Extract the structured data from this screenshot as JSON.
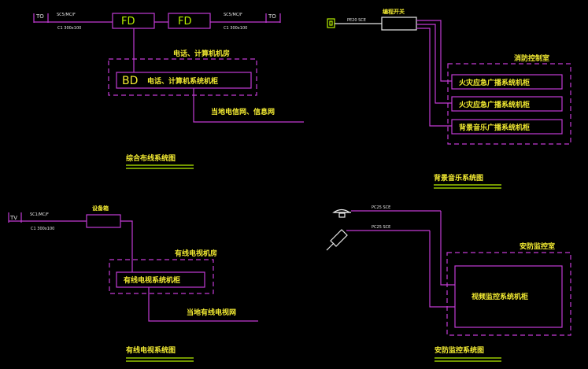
{
  "colors": {
    "background": "#000000",
    "line": "#c23bd4",
    "label": "#f2ea32",
    "accent": "#b7f000",
    "small_text": "#e8e8e8"
  },
  "q1": {
    "to_left": "TO",
    "to_right": "TO",
    "cable_left_top": "SC5/MC/F",
    "cable_left_bottom": "C1 300x100",
    "cable_right_top": "SC5/MC/F",
    "cable_right_bottom": "C1 300x100",
    "fd1": "FD",
    "fd2": "FD",
    "room": "电话、计算机机房",
    "bd": "BD",
    "cabinet": "电话、计算机系统机柜",
    "network": "当地电信网、信息网",
    "title": "综合布线系统图"
  },
  "q2": {
    "speaker_label": "PE20 SCE",
    "switch_label": "编程开关",
    "room": "消防控制室",
    "cab1": "火灾应急广播系统机柜",
    "cab2": "火灾应急广播系统机柜",
    "cab3": "背景音乐广播系统机柜",
    "title": "背景音乐系统图"
  },
  "q3": {
    "tv": "TV",
    "cable_top": "SC1/MC/F",
    "cable_bottom": "C1 300x100",
    "amplifier": "设备箱",
    "room": "有线电视机房",
    "cabinet": "有线电视系统机柜",
    "network": "当地有线电视网",
    "title": "有线电视系统图"
  },
  "q4": {
    "cable1": "PC25 SCE",
    "cable2": "PC25 SCE",
    "room": "安防监控室",
    "cabinet": "视频监控系统机柜",
    "title": "安防监控系统图"
  }
}
